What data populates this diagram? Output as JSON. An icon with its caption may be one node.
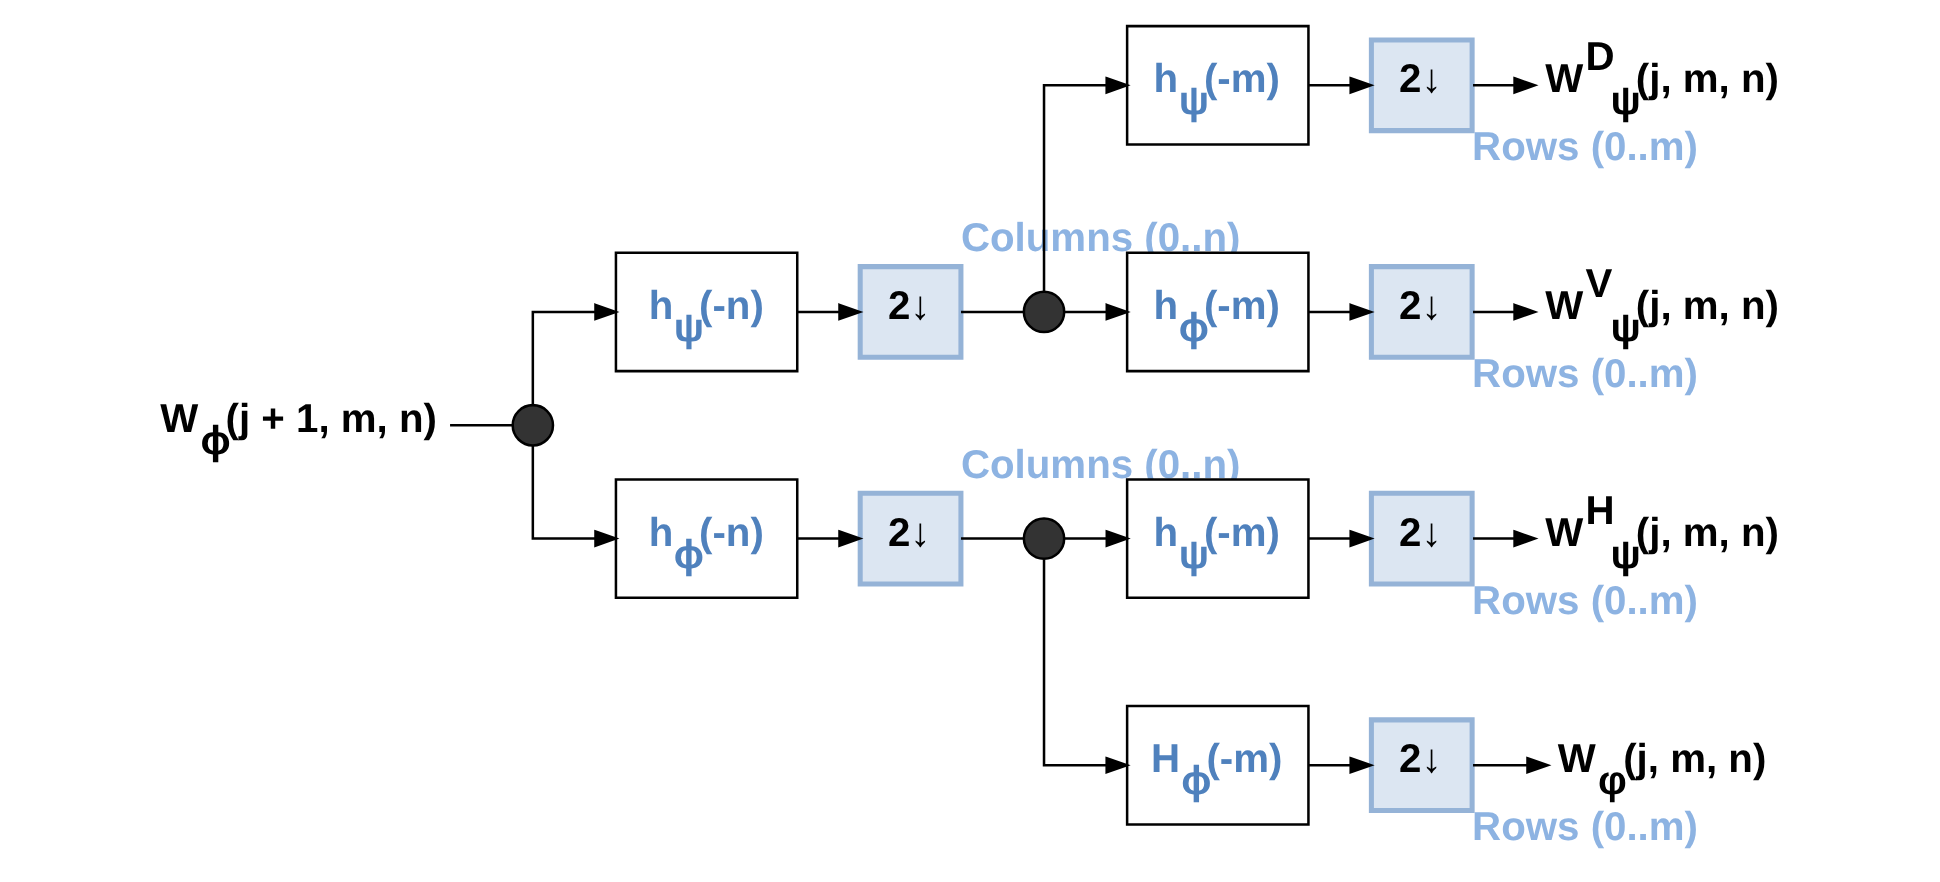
{
  "diagram": {
    "nodes": [
      {
        "text": [
          "W$_{ϕ}$(j + 1, m, n)"
        ]
      },
      {
        "text": [],
        "shape": "circle"
      },
      {
        "text": [
          "h$_{ψ}$(-n)"
        ]
      },
      {
        "text": [
          "2↓"
        ],
        "beside": [
          "Columns (0..n)"
        ]
      },
      {
        "text": [],
        "shape": "circle"
      },
      {
        "text": [
          "h$_{ϕ}$(-n)"
        ]
      },
      {
        "text": [
          "2↓"
        ],
        "beside": [
          "Columns (0..n)"
        ]
      },
      {
        "text": [],
        "shape": "circle"
      },
      {
        "text": [
          "h$_{ψ}$(-m)"
        ]
      },
      {
        "text": [
          "2↓"
        ],
        "beside": [
          "Rows (0..m)"
        ]
      },
      {
        "text": [
          "h$_{ϕ}$(-m)"
        ]
      },
      {
        "text": [
          "2↓"
        ],
        "beside": [
          "Rows (0..m)"
        ]
      },
      {
        "text": [
          "h$_{ψ}$(-m)"
        ]
      },
      {
        "text": [
          "2↓"
        ],
        "beside": [
          "Rows (0..m)"
        ]
      },
      {
        "text": [
          "H$_{ϕ}$(-m)"
        ]
      },
      {
        "text": [
          "2↓"
        ],
        "beside": [
          "Rows (0..m)"
        ]
      },
      {
        "text": [
          "W$^{D}$$_{ψ}$(j, m, n)"
        ]
      },
      {
        "text": [
          "W$^{V}$$_{ψ}$(j, m, n)"
        ]
      },
      {
        "text": [
          "W$^{H}$$_{ψ}$(j, m, n)"
        ]
      },
      {
        "text": [
          "W$_{φ}$(j, m, n)"
        ]
      }
    ],
    "edges": [
      {
        "from": 0,
        "to": 1,
        "arrow": "none"
      },
      {
        "from": 1,
        "to": 2,
        "arrow": "to"
      },
      {
        "from": 1,
        "to": 5,
        "arrow": "to"
      },
      {
        "from": 2,
        "to": 3,
        "arrow": "to"
      },
      {
        "from": 3,
        "to": 4,
        "arrow": "none"
      },
      {
        "from": 4,
        "to": 8,
        "arrow": "to"
      },
      {
        "from": 4,
        "to": 10,
        "arrow": "to"
      },
      {
        "from": 8,
        "to": 9,
        "arrow": "to"
      },
      {
        "from": 9,
        "to": 16,
        "arrow": "to"
      },
      {
        "from": 10,
        "to": 11,
        "arrow": "to"
      },
      {
        "from": 11,
        "to": 17,
        "arrow": "to"
      },
      {
        "from": 5,
        "to": 6,
        "arrow": "to"
      },
      {
        "from": 6,
        "to": 7,
        "arrow": "none"
      },
      {
        "from": 7,
        "to": 12,
        "arrow": "to"
      },
      {
        "from": 7,
        "to": 14,
        "arrow": "to"
      },
      {
        "from": 12,
        "to": 13,
        "arrow": "to"
      },
      {
        "from": 13,
        "to": 18,
        "arrow": "to"
      },
      {
        "from": 14,
        "to": 15,
        "arrow": "to"
      },
      {
        "from": 15,
        "to": 19,
        "arrow": "to"
      }
    ]
  }
}
